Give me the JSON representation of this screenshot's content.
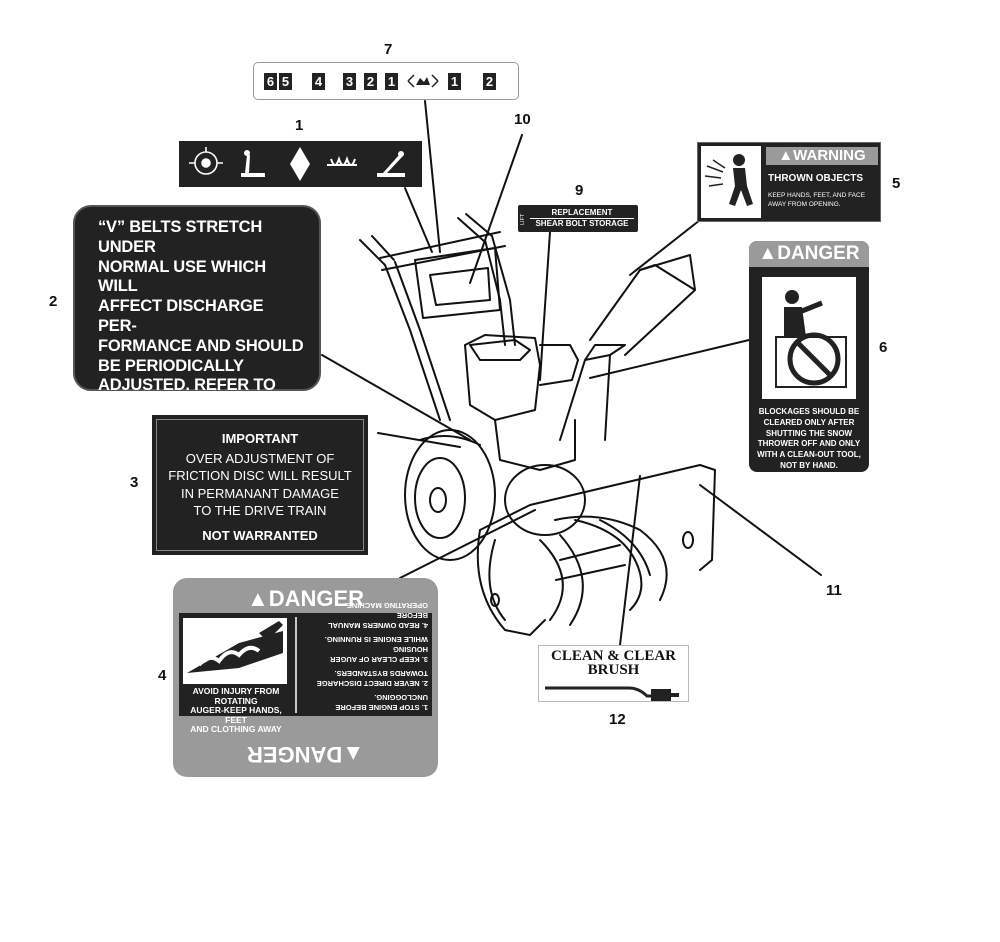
{
  "callouts": {
    "n1": "1",
    "n2": "2",
    "n3": "3",
    "n4": "4",
    "n5": "5",
    "n6": "6",
    "n7": "7",
    "n9": "9",
    "n10": "10",
    "n11": "11",
    "n12": "12"
  },
  "decal7": {
    "glyphs": [
      "6",
      "5",
      "4",
      "3",
      "2",
      "1",
      "1",
      "2"
    ]
  },
  "decal2": {
    "text": "“V” BELTS STRETCH UNDER\nNORMAL USE WHICH WILL\nAFFECT DISCHARGE PER-\nFORMANCE AND SHOULD\nBE PERIODICALLY\nADJUSTED. REFER TO\nMANUAL FOR\nINSTRUCTIONS."
  },
  "decal3": {
    "heading": "IMPORTANT",
    "body_1": "OVER ADJUSTMENT OF",
    "body_2": "FRICTION DISC WILL RESULT",
    "body_3": "IN PERMANANT DAMAGE",
    "body_4": "TO THE DRIVE TRAIN",
    "footer": "NOT WARRANTED"
  },
  "decal4": {
    "title": "DANGER",
    "caption": "AVOID INJURY FROM ROTATING\nAUGER-KEEP HANDS, FEET\nAND CLOTHING AWAY",
    "steps": [
      "1. STOP ENGINE BEFORE UNCLOGGING.",
      "2. NEVER DIRECT DISCHARGE\nTOWARDS BYSTANDERS.",
      "3. KEEP CLEAR OF AUGER HOUSING\nWHILE ENGINE IS RUNNING.",
      "4. READ OWNERS MANUAL BEFORE\nOPERATING MACHINE."
    ]
  },
  "decal5": {
    "signal": "WARNING",
    "title": "THROWN OBJECTS",
    "line1": "KEEP HANDS, FEET, AND FACE",
    "line2": "AWAY FROM OPENING."
  },
  "decal6": {
    "signal": "DANGER",
    "text": "BLOCKAGES SHOULD BE\nCLEARED ONLY AFTER\nSHUTTING THE SNOW\nTHROWER OFF AND ONLY\nWITH A CLEAN-OUT TOOL,\nNOT BY HAND."
  },
  "decal9": {
    "side": "LIFT",
    "line1": "REPLACEMENT",
    "line2": "SHEAR BOLT STORAGE"
  },
  "decal12": {
    "line1": "CLEAN & CLEAR",
    "line2": "BRUSH"
  },
  "colors": {
    "ink": "#222222",
    "grey": "#9a9a9a",
    "paper": "#ffffff"
  }
}
